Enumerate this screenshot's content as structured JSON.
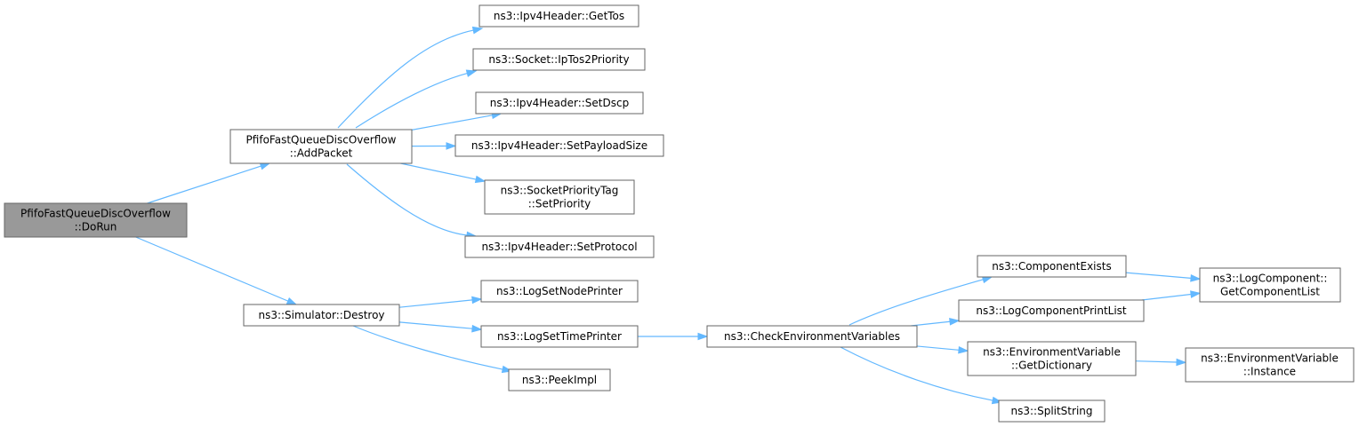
{
  "colors": {
    "edge": "#63b8ff",
    "node_fill": "#ffffff",
    "root_fill": "#999999",
    "border": "#666666"
  },
  "nodes": {
    "dorun": {
      "lines": [
        "PfifoFastQueueDiscOverflow",
        "::DoRun"
      ],
      "root": true
    },
    "addpacket": {
      "lines": [
        "PfifoFastQueueDiscOverflow",
        "::AddPacket"
      ]
    },
    "destroy": {
      "lines": [
        "ns3::Simulator::Destroy"
      ]
    },
    "gettos": {
      "lines": [
        "ns3::Ipv4Header::GetTos"
      ]
    },
    "iptos": {
      "lines": [
        "ns3::Socket::IpTos2Priority"
      ]
    },
    "setdscp": {
      "lines": [
        "ns3::Ipv4Header::SetDscp"
      ]
    },
    "setpayload": {
      "lines": [
        "ns3::Ipv4Header::SetPayloadSize"
      ]
    },
    "setpriority": {
      "lines": [
        "ns3::SocketPriorityTag",
        "::SetPriority"
      ]
    },
    "setprotocol": {
      "lines": [
        "ns3::Ipv4Header::SetProtocol"
      ]
    },
    "lognode": {
      "lines": [
        "ns3::LogSetNodePrinter"
      ]
    },
    "logtime": {
      "lines": [
        "ns3::LogSetTimePrinter"
      ]
    },
    "peekimpl": {
      "lines": [
        "ns3::PeekImpl"
      ]
    },
    "checkenv": {
      "lines": [
        "ns3::CheckEnvironmentVariables"
      ]
    },
    "compexists": {
      "lines": [
        "ns3::ComponentExists"
      ]
    },
    "logprint": {
      "lines": [
        "ns3::LogComponentPrintList"
      ]
    },
    "getdict": {
      "lines": [
        "ns3::EnvironmentVariable",
        "::GetDictionary"
      ]
    },
    "splitstring": {
      "lines": [
        "ns3::SplitString"
      ]
    },
    "getcomplist": {
      "lines": [
        "ns3::LogComponent::",
        "GetComponentList"
      ]
    },
    "instance": {
      "lines": [
        "ns3::EnvironmentVariable",
        "::Instance"
      ]
    }
  },
  "edges": [
    [
      "dorun",
      "addpacket"
    ],
    [
      "dorun",
      "destroy"
    ],
    [
      "addpacket",
      "gettos"
    ],
    [
      "addpacket",
      "iptos"
    ],
    [
      "addpacket",
      "setdscp"
    ],
    [
      "addpacket",
      "setpayload"
    ],
    [
      "addpacket",
      "setpriority"
    ],
    [
      "addpacket",
      "setprotocol"
    ],
    [
      "destroy",
      "lognode"
    ],
    [
      "destroy",
      "logtime"
    ],
    [
      "destroy",
      "peekimpl"
    ],
    [
      "logtime",
      "checkenv"
    ],
    [
      "checkenv",
      "compexists"
    ],
    [
      "checkenv",
      "logprint"
    ],
    [
      "checkenv",
      "getdict"
    ],
    [
      "checkenv",
      "splitstring"
    ],
    [
      "compexists",
      "getcomplist"
    ],
    [
      "logprint",
      "getcomplist"
    ],
    [
      "getdict",
      "instance"
    ]
  ]
}
